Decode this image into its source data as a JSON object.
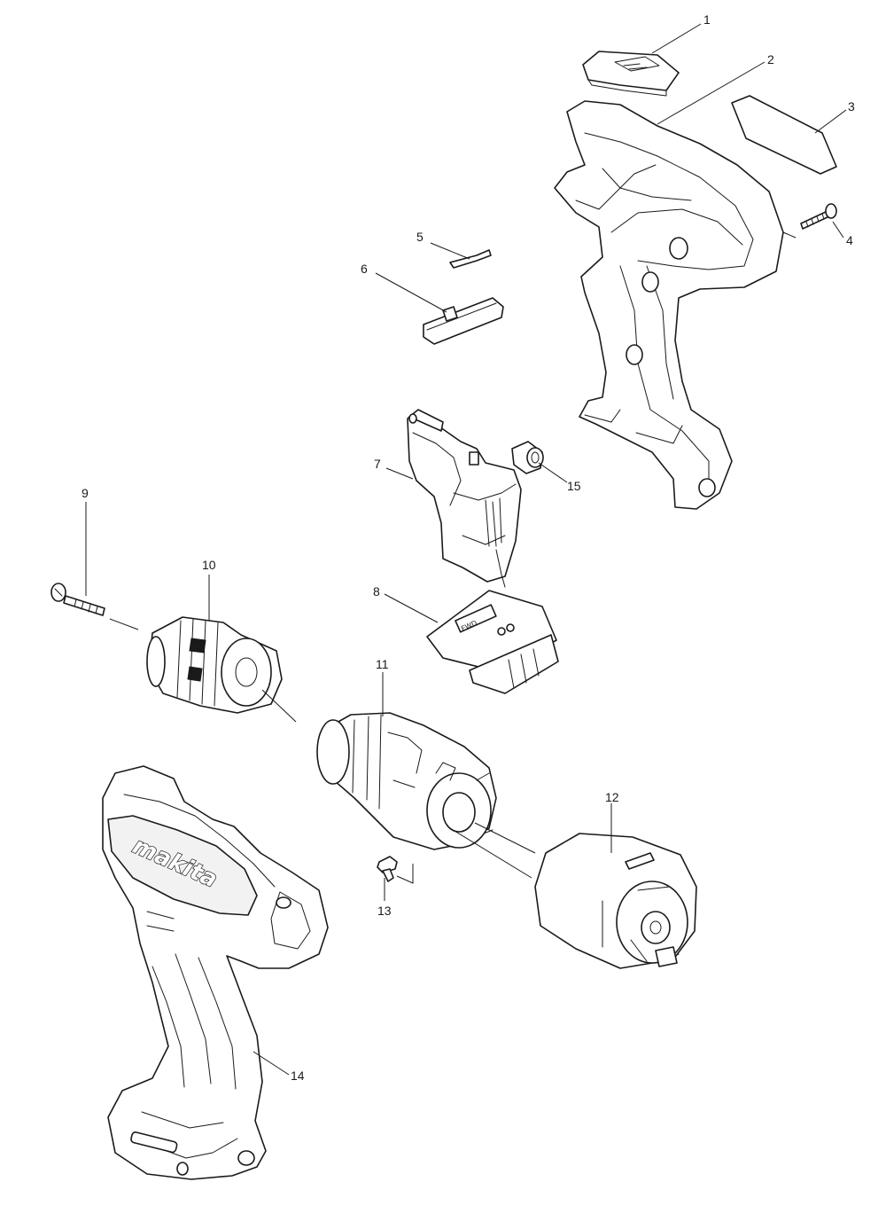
{
  "diagram": {
    "type": "exploded-parts-view",
    "parts": [
      {
        "number": "1"
      },
      {
        "number": "2"
      },
      {
        "number": "3"
      },
      {
        "number": "4"
      },
      {
        "number": "5"
      },
      {
        "number": "6"
      },
      {
        "number": "7"
      },
      {
        "number": "8"
      },
      {
        "number": "9"
      },
      {
        "number": "10"
      },
      {
        "number": "11"
      },
      {
        "number": "12"
      },
      {
        "number": "13"
      },
      {
        "number": "14"
      },
      {
        "number": "15"
      }
    ],
    "brand_text": "makita",
    "switch_plate_text": "FWD"
  }
}
